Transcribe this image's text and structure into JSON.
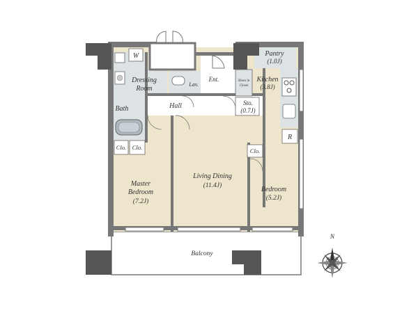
{
  "colors": {
    "floor": "#ede6cc",
    "wet": "#dde2e5",
    "wall": "#7a7a7a",
    "wall_dark": "#555555",
    "balcony": "#ffffff",
    "line": "#666666"
  },
  "rooms": {
    "pantry": {
      "name": "Pantry",
      "size": "(1.0J)"
    },
    "kitchen": {
      "name": "Kitchen",
      "size": "(3.8J)"
    },
    "dressing": {
      "name": "Dressing",
      "name2": "Room"
    },
    "lav": {
      "name": "Lav."
    },
    "ent": {
      "name": "Ent."
    },
    "shoes": {
      "name": "Shoes in",
      "name2": "Closet"
    },
    "bath": {
      "name": "Bath"
    },
    "hall": {
      "name": "Hall"
    },
    "sto": {
      "name": "Sto.",
      "size": "(0.7J)"
    },
    "clo1": {
      "name": "Clo."
    },
    "clo2": {
      "name": "Clo."
    },
    "clo3": {
      "name": "Clo."
    },
    "master": {
      "name": "Master",
      "name2": "Bedroom",
      "size": "(7.2J)"
    },
    "living": {
      "name": "Living Dining",
      "size": "(11.4J)"
    },
    "bedroom": {
      "name": "Bedroom",
      "size": "(5.2J)"
    },
    "balcony": {
      "name": "Balcony"
    }
  },
  "fixtures": {
    "washer": "W",
    "fridge": "R"
  },
  "compass": {
    "north": "N"
  }
}
